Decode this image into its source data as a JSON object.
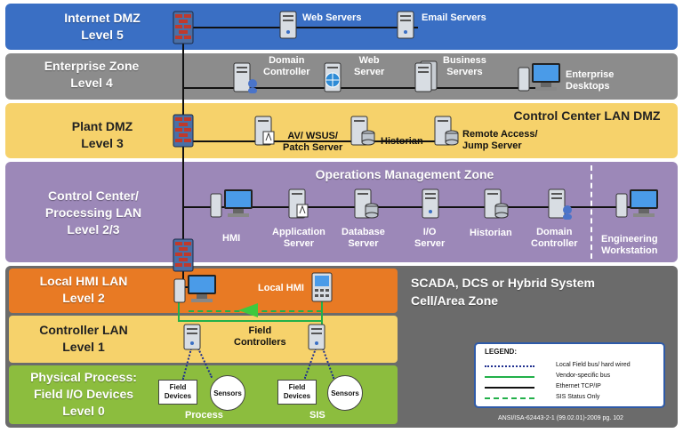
{
  "zones": {
    "level5": {
      "title": "Internet DMZ",
      "level": "Level 5"
    },
    "level4": {
      "title": "Enterprise Zone",
      "level": "Level 4"
    },
    "level3": {
      "title": "Plant DMZ",
      "level": "Level 3",
      "right_title": "Control Center LAN DMZ"
    },
    "level23": {
      "title_line1": "Control Center/",
      "title_line2": "Processing LAN",
      "level": "Level 2/3",
      "center_title": "Operations Management Zone"
    },
    "level2": {
      "title": "Local HMI LAN",
      "level": "Level 2"
    },
    "level1": {
      "title": "Controller LAN",
      "level": "Level 1"
    },
    "level0": {
      "title_line1": "Physical Process:",
      "title_line2": "Field I/O Devices",
      "level": "Level 0"
    },
    "scada": {
      "line1": "SCADA, DCS or Hybrid System",
      "line2": "Cell/Area Zone"
    }
  },
  "nodes": {
    "web_servers": "Web Servers",
    "email_servers": "Email Servers",
    "domain_controller_l4": [
      "Domain",
      "Controller"
    ],
    "web_server_l4": [
      "Web",
      "Server"
    ],
    "business_servers": [
      "Business",
      "Servers"
    ],
    "enterprise_desktops": [
      "Enterprise",
      "Desktops"
    ],
    "av_wsus": [
      "AV/ WSUS/",
      "Patch Server"
    ],
    "historian_l3": "Historian",
    "remote_access": [
      "Remote Access/",
      "Jump Server"
    ],
    "hmi": "HMI",
    "application_server": [
      "Application",
      "Server"
    ],
    "database_server": [
      "Database",
      "Server"
    ],
    "io_server": [
      "I/O",
      "Server"
    ],
    "historian_l23": "Historian",
    "domain_controller_l23": [
      "Domain",
      "Controller"
    ],
    "engineering_workstation": [
      "Engineering",
      "Workstation"
    ],
    "local_hmi": "Local HMI",
    "field_controllers": [
      "Field",
      "Controllers"
    ],
    "field_devices_1": [
      "Field",
      "Devices"
    ],
    "sensors_1": "Sensors",
    "field_devices_2": [
      "Field",
      "Devices"
    ],
    "sensors_2": "Sensors",
    "process": "Process",
    "sis": "SIS"
  },
  "legend": {
    "title": "LEGEND:",
    "items": [
      {
        "label": "Local Field bus/ hard wired",
        "style": "dotted",
        "color": "#1f2f8f"
      },
      {
        "label": "Vendor-specific bus",
        "style": "solid",
        "color": "#22b04a"
      },
      {
        "label": "Ethernet TCP/IP",
        "style": "solid",
        "color": "#111111"
      },
      {
        "label": "SIS Status Only",
        "style": "dashed",
        "color": "#22b04a"
      }
    ]
  },
  "footnote": "ANSI/ISA-62443-2-1 (99.02.01)-2009  pg. 102",
  "colors": {
    "level5": "#3a6fc4",
    "level4": "#8c8c8c",
    "level3": "#f6d26b",
    "level23": "#9c88b8",
    "scada_zone": "#6b6b6b",
    "level2": "#e87a24",
    "level1": "#f6d26b",
    "level0": "#8cbd3e",
    "firewall": "#c0392b",
    "server": "#d8dde3"
  }
}
